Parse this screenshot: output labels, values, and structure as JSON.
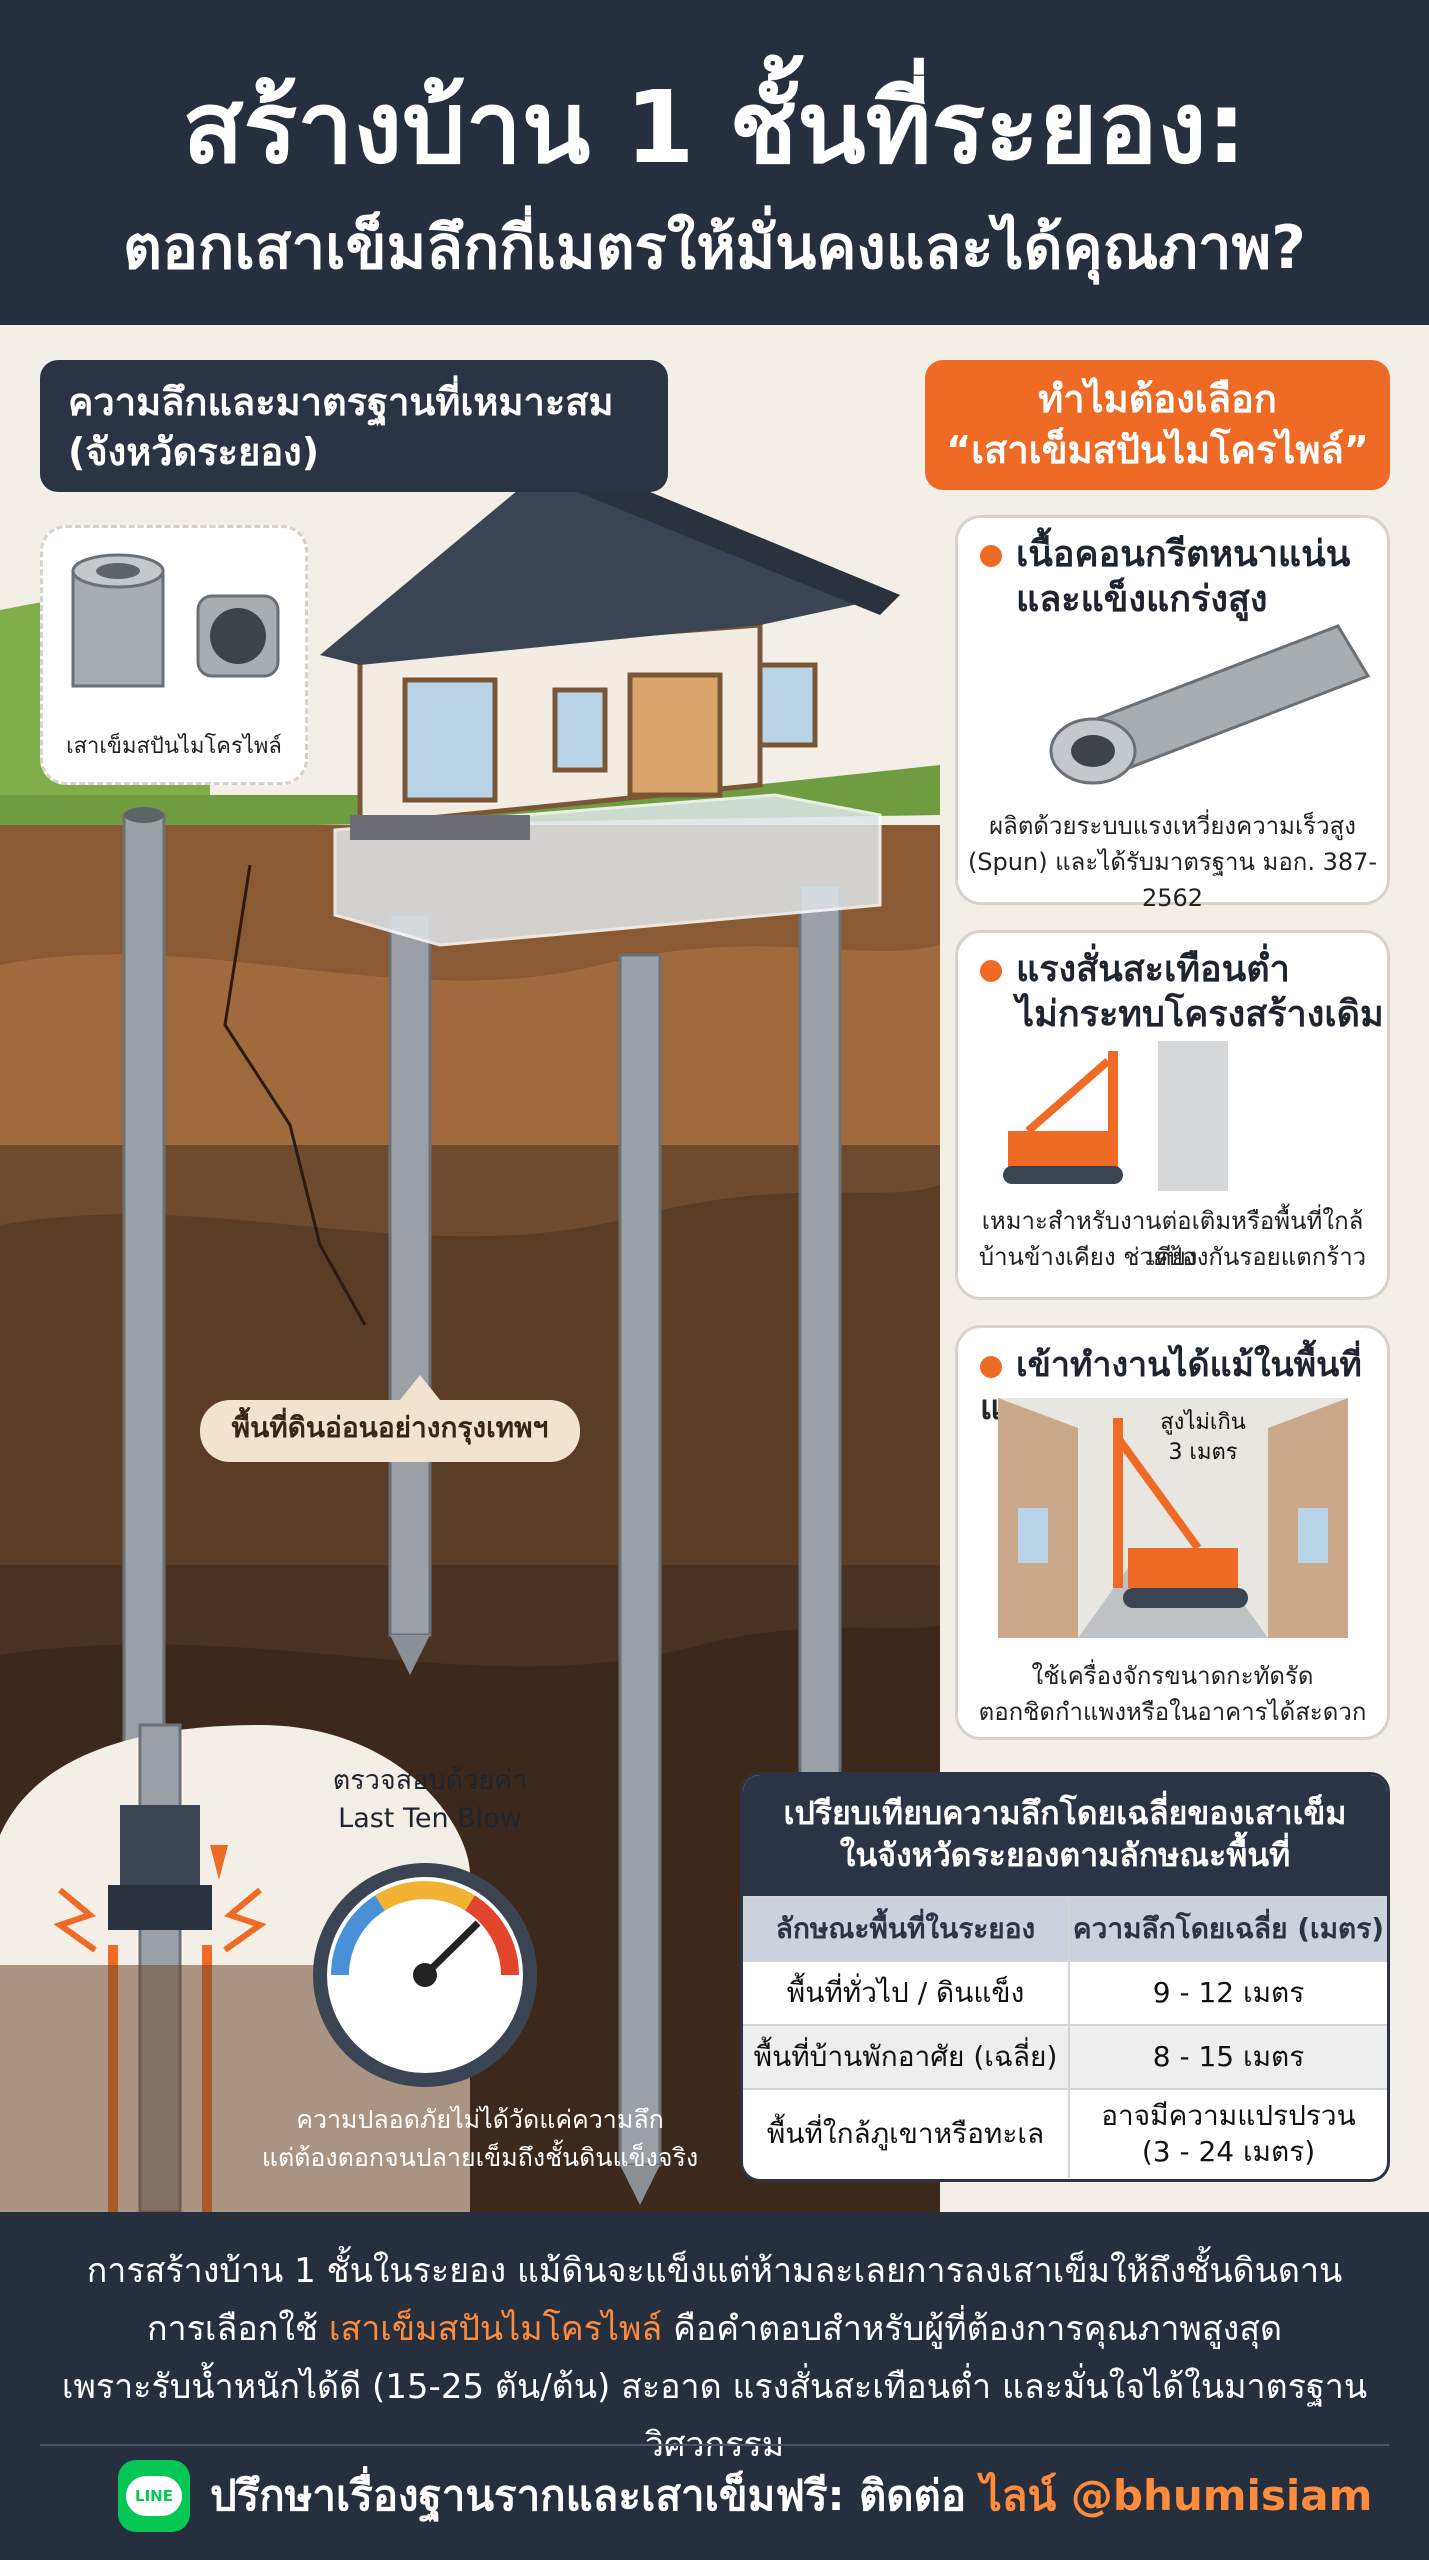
{
  "header": {
    "title": "สร้างบ้าน 1 ชั้นที่ระยอง:",
    "subtitle": "ตอกเสาเข็มลึกกี่เมตรให้มั่นคงและได้คุณภาพ?"
  },
  "left_section": {
    "title_line1": "ความลึกและมาตรฐานที่เหมาะสม",
    "title_line2": "(จังหวัดระยอง)",
    "pile_icon_caption": "เสาเข็มสปันไมโครไพล์",
    "soft_soil_label": "พื้นที่ดินอ่อนอย่างกรุงเทพฯ",
    "check_line1": "ตรวจสอบด้วยค่า",
    "check_line2": "Last Ten Blow",
    "safety_line1": "ความปลอดภัยไม่ได้วัดแค่ความลึก",
    "safety_line2": "แต่ต้องตอกจนปลายเข็มถึงชั้นดินแข็งจริง"
  },
  "right_section": {
    "why_line1": "ทำไมต้องเลือก",
    "why_line2": "“เสาเข็มสปันไมโครไพล์”",
    "cards": [
      {
        "title_line1": "เนื้อคอนกรีตหนาแน่น",
        "title_line2": "และแข็งแกร่งสูง",
        "cap_line1": "ผลิตด้วยระบบแรงเหวี่ยงความเร็วสูง",
        "cap_line2": "(Spun) และได้รับมาตรฐาน มอก. 387-2562"
      },
      {
        "title_line1": "แรงสั่นสะเทือนต่ำ",
        "title_line2": "ไม่กระทบโครงสร้างเดิม",
        "cap_line1": "เหมาะสำหรับงานต่อเติมหรือพื้นที่ใกล้เคียง",
        "cap_line2": "บ้านข้างเคียง ช่วยป้องกันรอยแตกร้าว"
      },
      {
        "title_line1": "เข้าทำงานได้แม้ในพื้นที่แคบ",
        "height_line1": "สูงไม่เกิน",
        "height_line2": "3 เมตร",
        "cap_line1": "ใช้เครื่องจักรขนาดกะทัดรัด",
        "cap_line2": "ตอกชิดกำแพงหรือในอาคารได้สะดวก"
      }
    ]
  },
  "table": {
    "title_line1": "เปรียบเทียบความลึกโดยเฉลี่ยของเสาเข็ม",
    "title_line2": "ในจังหวัดระยองตามลักษณะพื้นที่",
    "col1": "ลักษณะพื้นที่ในระยอง",
    "col2": "ความลึกโดยเฉลี่ย (เมตร)",
    "rows": [
      {
        "area": "พื้นที่ทั่วไป / ดินแข็ง",
        "depth_line1": "9 - 12 เมตร",
        "depth_line2": ""
      },
      {
        "area": "พื้นที่บ้านพักอาศัย (เฉลี่ย)",
        "depth_line1": "8 - 15 เมตร",
        "depth_line2": ""
      },
      {
        "area": "พื้นที่ใกล้ภูเขาหรือทะเล",
        "depth_line1": "อาจมีความแปรปรวน",
        "depth_line2": "(3 - 24 เมตร)"
      }
    ]
  },
  "footer": {
    "line1": "การสร้างบ้าน 1 ชั้นในระยอง แม้ดินจะแข็งแต่ห้ามละเลยการลงเสาเข็มให้ถึงชั้นดินดาน",
    "line2_a": "การเลือกใช้ ",
    "line2_hl": "เสาเข็มสปันไมโครไพล์",
    "line2_b": " คือคำตอบสำหรับผู้ที่ต้องการคุณภาพสูงสุด",
    "line3": "เพราะรับน้ำหนักได้ดี (15-25 ตัน/ต้น) สะอาด แรงสั่นสะเทือนต่ำ และมั่นใจได้ในมาตรฐานวิศวกรรม",
    "line_badge": "LINE",
    "contact_text": "ปรึกษาเรื่องฐานรากและเสาเข็มฟรี: ติดต่อ ",
    "contact_hl": "ไลน์ @bhumisiam"
  },
  "colors": {
    "navy": "#262f3e",
    "orange": "#ef6a24",
    "line_green": "#06c755"
  }
}
